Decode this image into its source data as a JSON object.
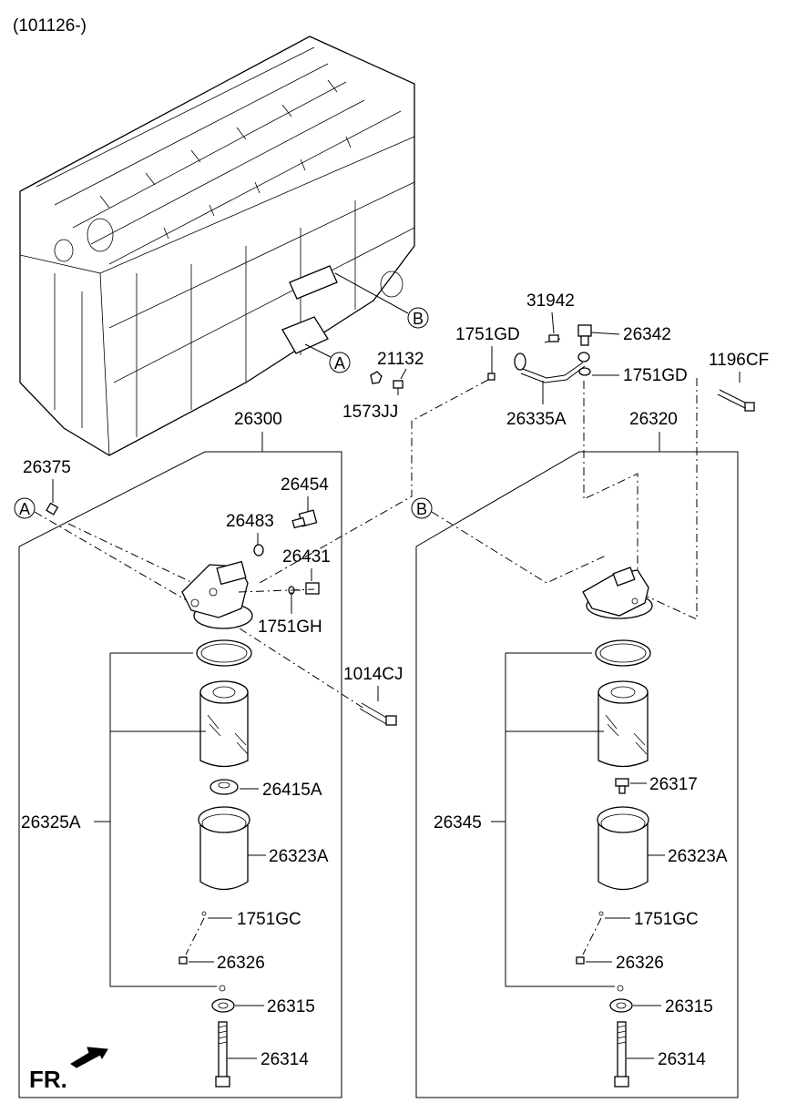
{
  "header": {
    "code": "(101126-)"
  },
  "direction": {
    "label": "FR."
  },
  "callouts": {
    "a": "A",
    "b": "B"
  },
  "labels": {
    "p31942": "31942",
    "p26342": "26342",
    "p1751GD_a": "1751GD",
    "p1751GD_b": "1751GD",
    "p1196CF": "1196CF",
    "p21132": "21132",
    "p1573JJ": "1573JJ",
    "p26335A": "26335A",
    "p26300": "26300",
    "p26320": "26320",
    "p26375": "26375",
    "p26454": "26454",
    "p26483": "26483",
    "p26431": "26431",
    "p1751GH": "1751GH",
    "p1014CJ": "1014CJ",
    "p26415A": "26415A",
    "p26325A": "26325A",
    "p26323A_l": "26323A",
    "p1751GC_l": "1751GC",
    "p26326_l": "26326",
    "p26315_l": "26315",
    "p26314_l": "26314",
    "p26317": "26317",
    "p26345": "26345",
    "p26323A_r": "26323A",
    "p1751GC_r": "1751GC",
    "p26326_r": "26326",
    "p26315_r": "26315",
    "p26314_r": "26314"
  }
}
